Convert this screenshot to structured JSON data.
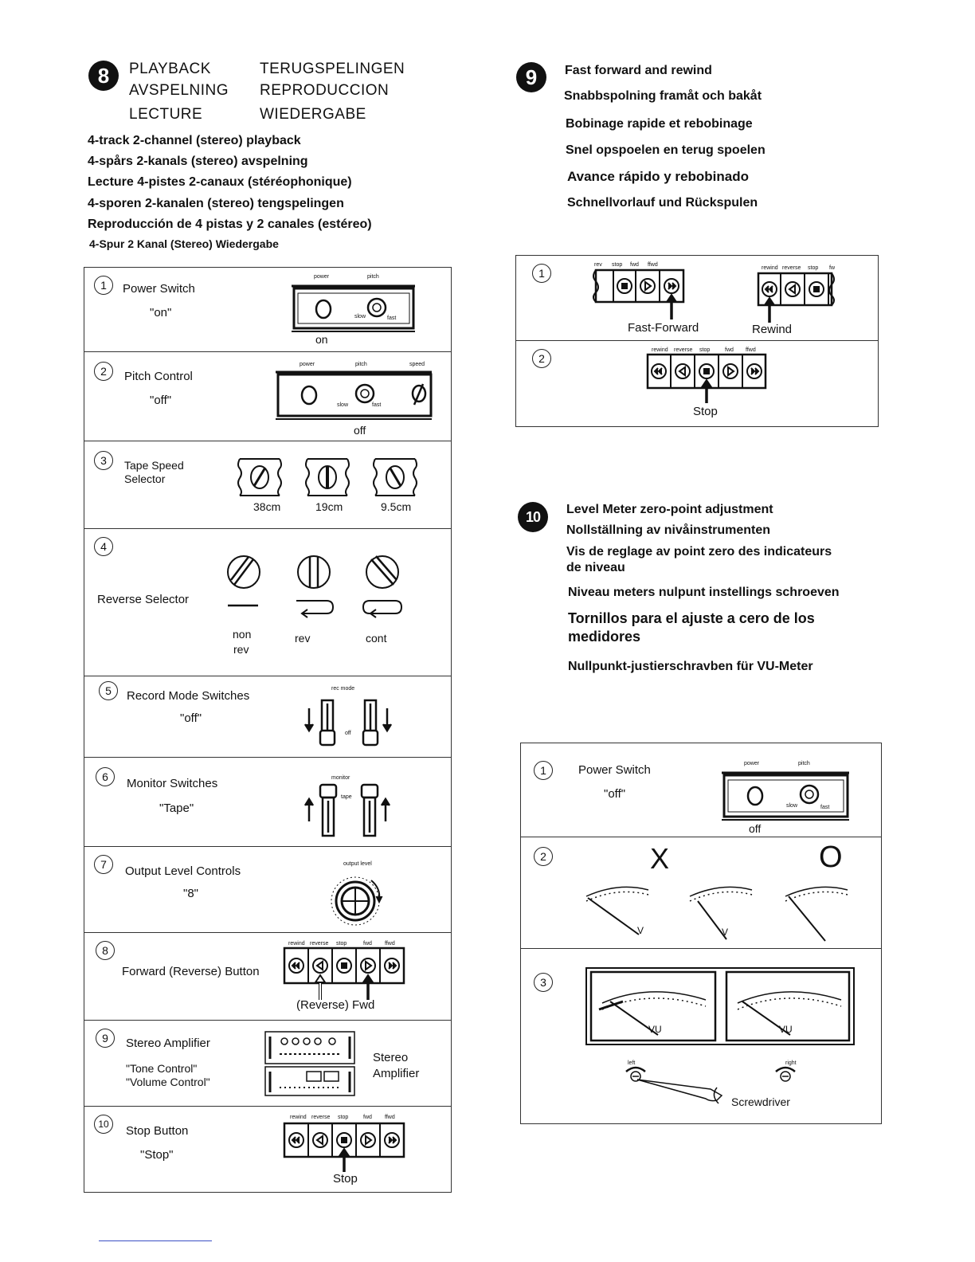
{
  "section8": {
    "badge": "8",
    "titles": [
      "PLAYBACK",
      "TERUGSPELINGEN",
      "AVSPELNING",
      "REPRODUCCION",
      "LECTURE",
      "WIEDERGABE"
    ],
    "subtitles": [
      "4-track 2-channel (stereo) playback",
      "4-spårs 2-kanals (stereo) avspelning",
      "Lecture 4-pistes 2-canaux (stéréophonique)",
      "4-sporen 2-kanalen (stereo) tengspelingen",
      "Reproducción de 4 pistas y 2 canales (estéreo)",
      "4-Spur 2 Kanal (Stereo) Wiedergabe"
    ],
    "steps": [
      {
        "num": "1",
        "label": "Power Switch",
        "sub": "\"on\"",
        "caption": "on",
        "mini": [
          "power",
          "pitch",
          "slow",
          "fast"
        ]
      },
      {
        "num": "2",
        "label": "Pitch Control",
        "sub": "\"off\"",
        "caption": "off",
        "mini": [
          "power",
          "pitch",
          "speed",
          "slow",
          "fast"
        ]
      },
      {
        "num": "3",
        "label": "Tape Speed",
        "label2": "Selector",
        "options": [
          "38cm",
          "19cm",
          "9.5cm"
        ]
      },
      {
        "num": "4",
        "label": "Reverse Selector",
        "options": [
          "non",
          "rev",
          "rev",
          "cont"
        ]
      },
      {
        "num": "5",
        "label": "Record Mode Switches",
        "sub": "\"off\"",
        "mini": [
          "rec mode",
          "off"
        ]
      },
      {
        "num": "6",
        "label": "Monitor Switches",
        "sub": "\"Tape\"",
        "mini": [
          "monitor",
          "tape"
        ]
      },
      {
        "num": "7",
        "label": "Output Level Controls",
        "sub": "\"8\"",
        "mini": [
          "output level"
        ]
      },
      {
        "num": "8",
        "label": "Forward (Reverse) Button",
        "caption": "(Reverse) Fwd",
        "mini": [
          "rewind",
          "reverse",
          "stop",
          "fwd",
          "ffwd"
        ]
      },
      {
        "num": "9",
        "label": "Stereo Amplifier",
        "sub": "\"Tone Control\"",
        "sub2": "\"Volume Control\"",
        "caption": "Stereo",
        "caption2": "Amplifier"
      },
      {
        "num": "10",
        "label": "Stop Button",
        "sub": "\"Stop\"",
        "caption": "Stop",
        "mini": [
          "rewind",
          "reverse",
          "stop",
          "fwd",
          "ffwd"
        ]
      }
    ]
  },
  "section9": {
    "badge": "9",
    "lines": [
      "Fast forward and rewind",
      "Snabbspolning framåt och bakåt",
      "Bobinage rapide et rebobinage",
      "Snel opspoelen en terug spoelen",
      "Avance rápido y rebobinado",
      "Schnellvorlauf und Rückspulen"
    ],
    "steps": [
      {
        "num": "1",
        "caption_left": "Fast-Forward",
        "caption_right": "Rewind",
        "mini_left": [
          "rev",
          "stop",
          "fwd",
          "ffwd"
        ],
        "mini_right": [
          "rewind",
          "reverse",
          "stop",
          "fw"
        ]
      },
      {
        "num": "2",
        "caption": "Stop",
        "mini": [
          "rewind",
          "reverse",
          "stop",
          "fwd",
          "ffwd"
        ]
      }
    ]
  },
  "section10": {
    "badge": "10",
    "lines": [
      "Level Meter zero-point adjustment",
      "Nollställning av nivåinstrumenten",
      "Vis de reglage av point zero des indicateurs",
      "de niveau",
      "Niveau meters nulpunt instellings schroeven",
      "Tornillos para el ajuste a cero de los",
      "medidores",
      "Nullpunkt-justierschravben für VU-Meter"
    ],
    "steps": [
      {
        "num": "1",
        "label": "Power Switch",
        "sub": "\"off\"",
        "caption": "off",
        "mini": [
          "power",
          "pitch",
          "slow",
          "fast"
        ]
      },
      {
        "num": "2",
        "wrong": "X",
        "right": "O",
        "unit": "V"
      },
      {
        "num": "3",
        "meter": "VU",
        "caption": "Screwdriver",
        "mini": [
          "left",
          "right"
        ]
      }
    ]
  }
}
